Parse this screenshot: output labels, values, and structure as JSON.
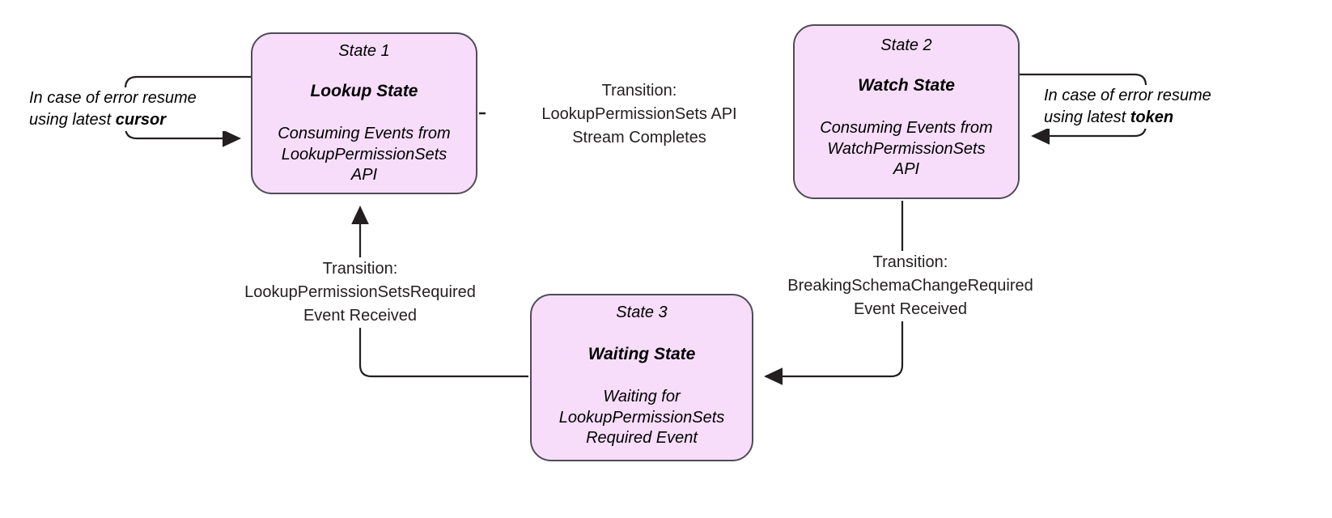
{
  "diagram": {
    "type": "state-machine",
    "background": "#ffffff",
    "box_fill": "#f7ddfa",
    "box_stroke": "#4d4d55",
    "line_color": "#231f20",
    "states": [
      {
        "id": "state-1",
        "number": "State 1",
        "title": "Lookup State",
        "description": "Consuming Events from\nLookupPermissionSets\nAPI"
      },
      {
        "id": "state-2",
        "number": "State 2",
        "title": "Watch State",
        "description": "Consuming Events from\nWatchPermissionSets\nAPI"
      },
      {
        "id": "state-3",
        "number": "State 3",
        "title": "Waiting State",
        "description": "Waiting for\nLookupPermissionSets\nRequired Event"
      }
    ],
    "transitions": [
      {
        "id": "t1",
        "from": "state-1",
        "to": "state-2",
        "label": "Transition:\nLookupPermissionSets API\nStream Completes"
      },
      {
        "id": "t2",
        "from": "state-3",
        "to": "state-1",
        "label": "Transition:\nLookupPermissionSetsRequired\nEvent Received"
      },
      {
        "id": "t3",
        "from": "state-2",
        "to": "state-3",
        "label": "Transition:\nBreakingSchemaChangeRequired\nEvent Received"
      }
    ],
    "self_loops": [
      {
        "id": "loop-left",
        "on": "state-1",
        "text_prefix": "In case of error resume using latest ",
        "text_emphasis": "cursor"
      },
      {
        "id": "loop-right",
        "on": "state-2",
        "text_prefix": "In case of error resume using latest ",
        "text_emphasis": "token"
      }
    ]
  }
}
